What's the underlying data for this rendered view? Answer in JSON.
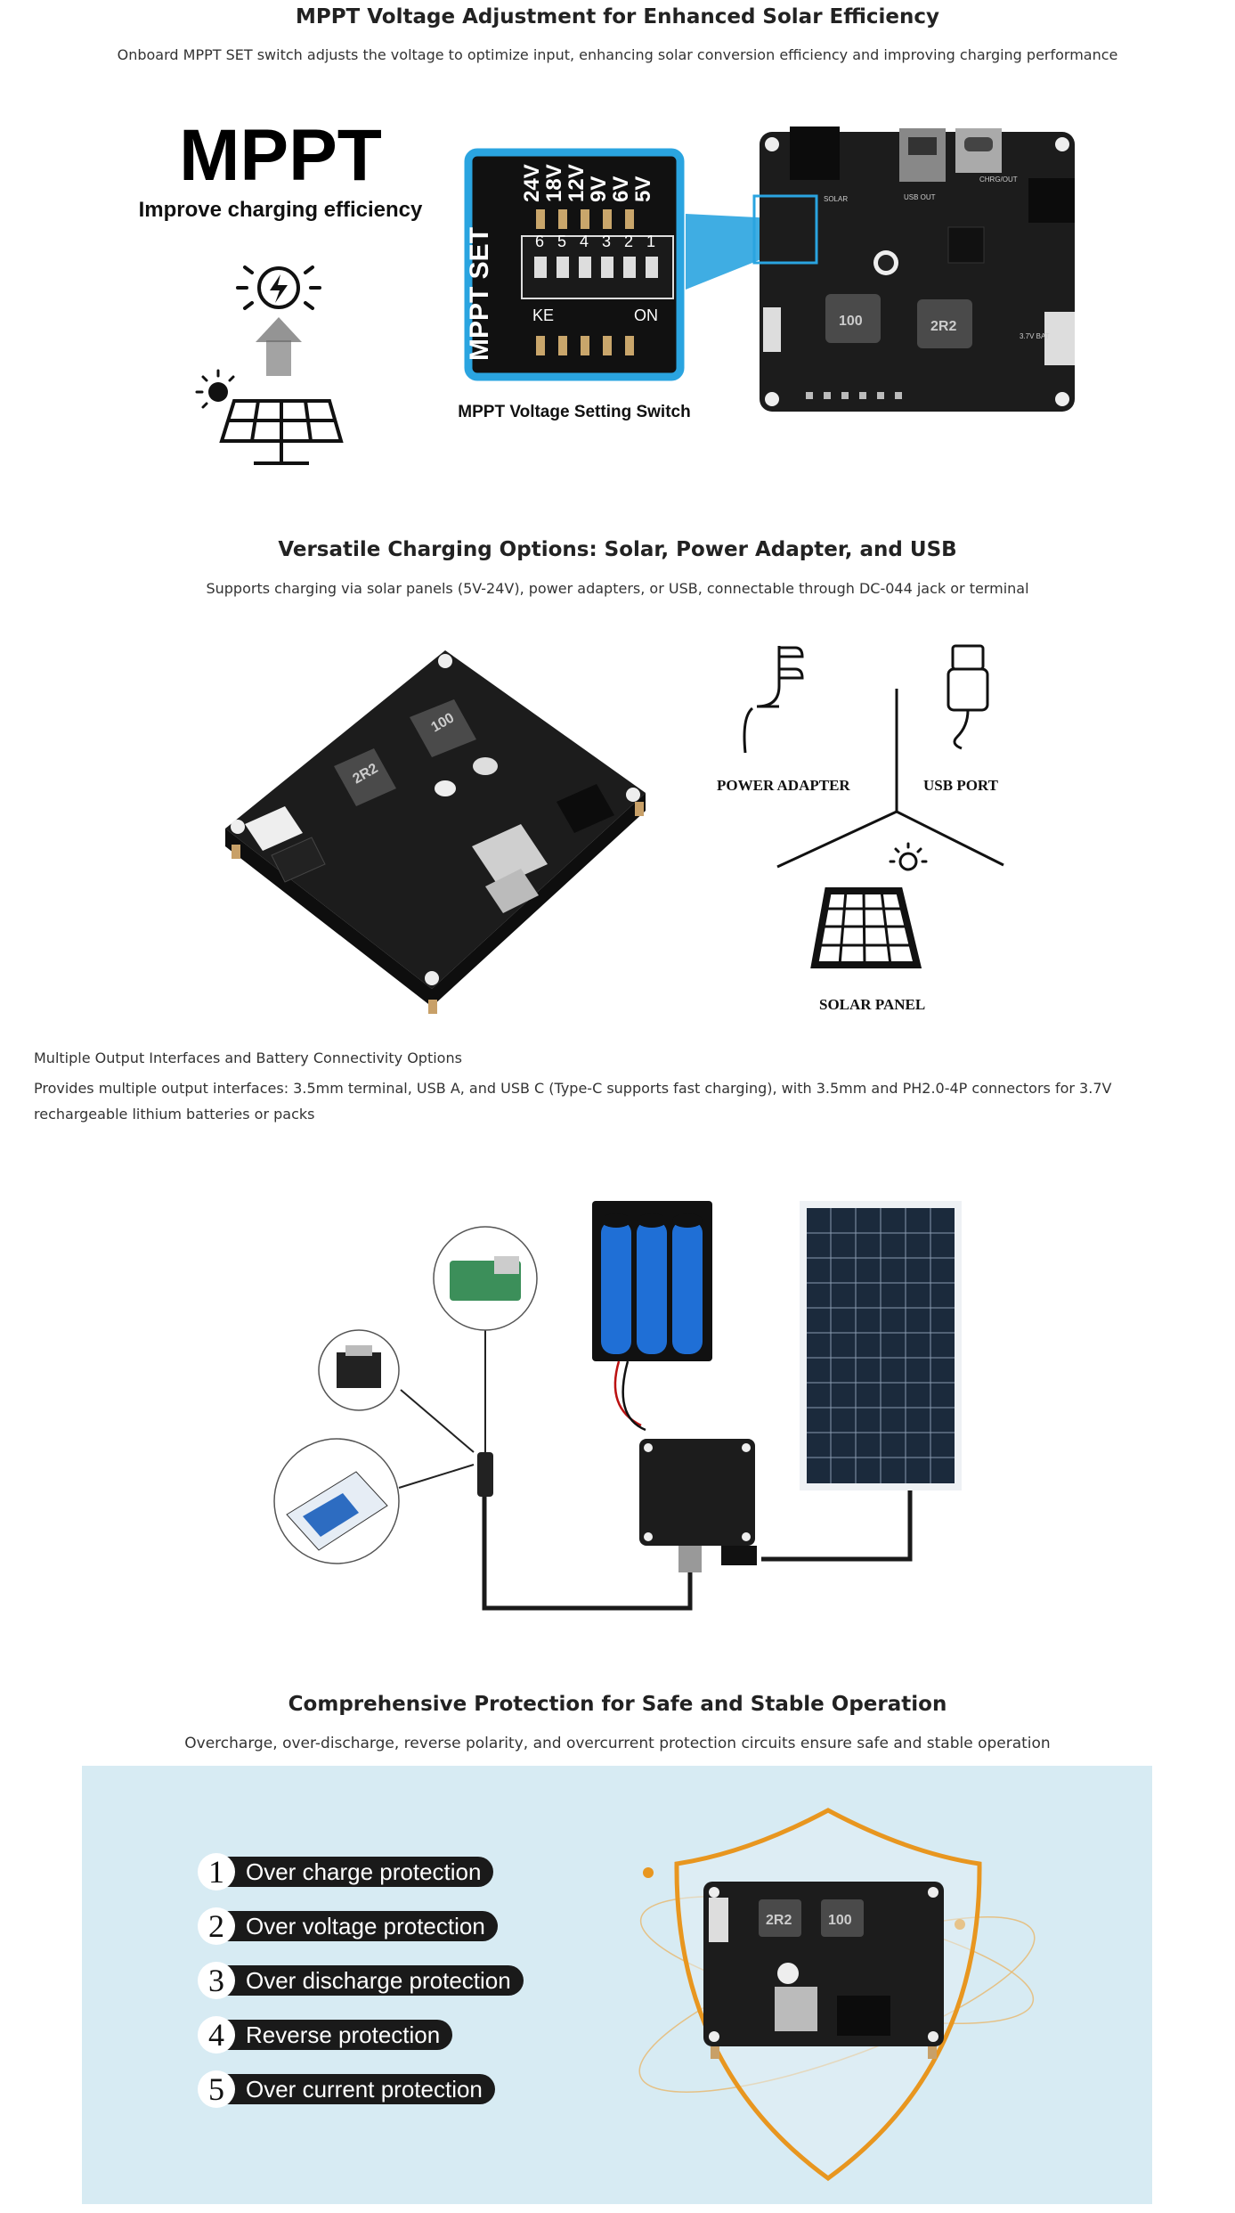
{
  "sections": {
    "mppt": {
      "title": "MPPT Voltage Adjustment for Enhanced Solar Efficiency",
      "subtitle": "Onboard MPPT SET switch adjusts the voltage to optimize input, enhancing solar conversion efficiency and improving charging performance",
      "hero_word": "MPPT",
      "hero_tagline": "Improve charging efficiency",
      "switch_caption": "MPPT Voltage Setting Switch",
      "switch_label": "MPPT SET",
      "voltages": [
        "24V",
        "18V",
        "12V",
        "9V",
        "6V",
        "5V"
      ],
      "switch_numbers": [
        "6",
        "5",
        "4",
        "3",
        "2",
        "1"
      ],
      "switch_on": "ON",
      "switch_ke": "KE",
      "board_labels": [
        "USB OUT",
        "CHRG/OUT",
        "SOLAR",
        "3.7V BAT",
        "2R2",
        "100"
      ]
    },
    "charging": {
      "title": "Versatile Charging Options: Solar, Power Adapter, and USB",
      "subtitle": "Supports charging via solar panels (5V-24V), power adapters, or USB, connectable through DC-044 jack or terminal",
      "labels": [
        "POWER ADAPTER",
        "USB PORT",
        "SOLAR PANEL"
      ],
      "board_labels": [
        "2R2",
        "100"
      ]
    },
    "output": {
      "title": "Multiple Output Interfaces and Battery Connectivity Options",
      "text": "Provides multiple output interfaces: 3.5mm terminal, USB A, and USB C (Type-C supports fast charging), with 3.5mm and PH2.0-4P connectors for 3.7V rechargeable lithium batteries or packs"
    },
    "protection": {
      "title": "Comprehensive Protection for Safe and Stable Operation",
      "subtitle": "Overcharge, over-discharge, reverse polarity, and overcurrent protection circuits ensure safe and stable operation",
      "items": [
        {
          "num": "1",
          "label": "Over charge protection"
        },
        {
          "num": "2",
          "label": "Over voltage protection"
        },
        {
          "num": "3",
          "label": "Over discharge protection"
        },
        {
          "num": "4",
          "label": "Reverse protection"
        },
        {
          "num": "5",
          "label": "Over current protection"
        }
      ],
      "board_labels": [
        "2R2",
        "100"
      ]
    }
  },
  "colors": {
    "accent_blue": "#2aa4e0",
    "shield_orange": "#e8961f",
    "panel_bg": "#d7ebf3",
    "board": "#1c1c1c",
    "battery_blue": "#1f6fd6"
  }
}
